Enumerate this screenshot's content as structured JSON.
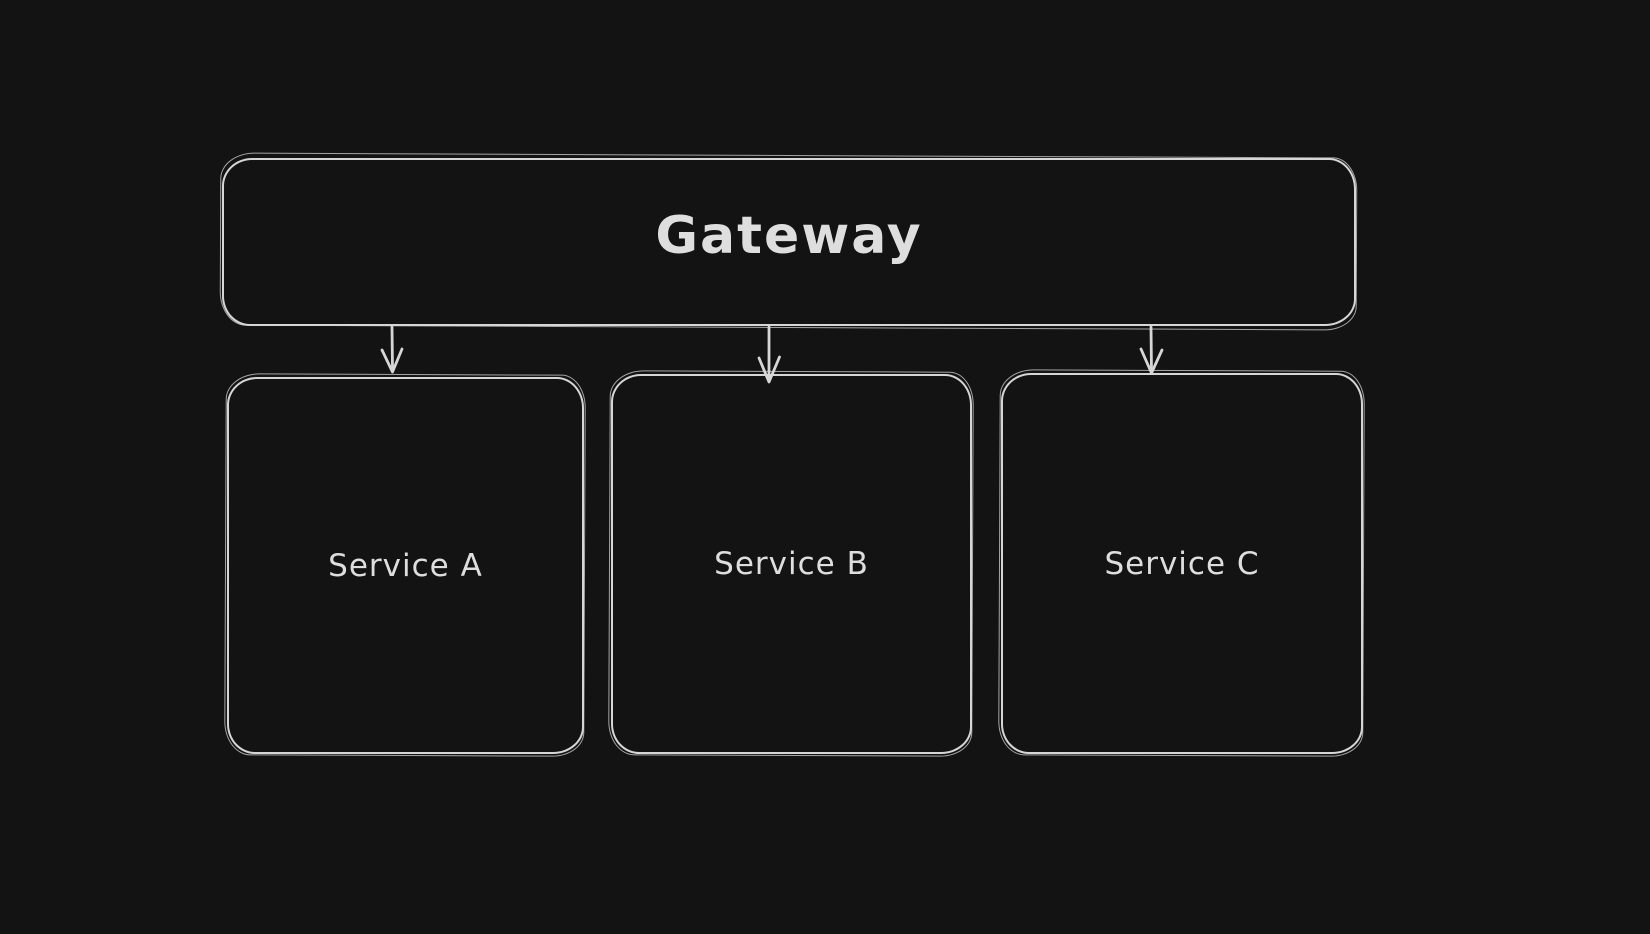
{
  "canvas": {
    "background_color": "#131313",
    "stroke_color": "#d6d6d6",
    "text_color": "#dedede",
    "style": "hand-drawn-whiteboard-dark"
  },
  "diagram": {
    "nodes": [
      {
        "id": "gateway",
        "label": "Gateway",
        "shape": "rounded-rectangle"
      },
      {
        "id": "service-a",
        "label": "Service A",
        "shape": "rounded-rectangle"
      },
      {
        "id": "service-b",
        "label": "Service B",
        "shape": "rounded-rectangle"
      },
      {
        "id": "service-c",
        "label": "Service C",
        "shape": "rounded-rectangle"
      }
    ],
    "edges": [
      {
        "from": "gateway",
        "to": "service-a",
        "type": "arrow",
        "direction": "down"
      },
      {
        "from": "gateway",
        "to": "service-b",
        "type": "arrow",
        "direction": "down"
      },
      {
        "from": "gateway",
        "to": "service-c",
        "type": "arrow",
        "direction": "down"
      }
    ]
  }
}
